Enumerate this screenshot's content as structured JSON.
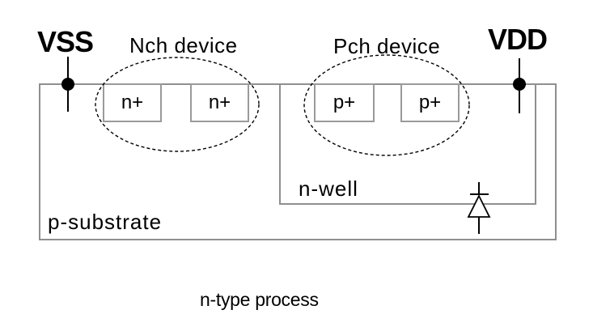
{
  "diagram": {
    "power_rails": {
      "left": "VSS",
      "right": "VDD"
    },
    "device_groups": [
      {
        "label": "Nch device",
        "boxes": [
          "n+",
          "n+"
        ]
      },
      {
        "label": "Pch device",
        "boxes": [
          "p+",
          "p+"
        ]
      }
    ],
    "regions": {
      "well": "n-well",
      "substrate": "p-substrate"
    },
    "caption": "n-type process",
    "icons": [
      "vss-contact-dot-icon",
      "vdd-contact-dot-icon",
      "diode-icon"
    ],
    "colors": {
      "ink": "#000000",
      "region_border": "#8f8f8f",
      "box_border": "#9a9a9a",
      "background": "#ffffff"
    }
  }
}
